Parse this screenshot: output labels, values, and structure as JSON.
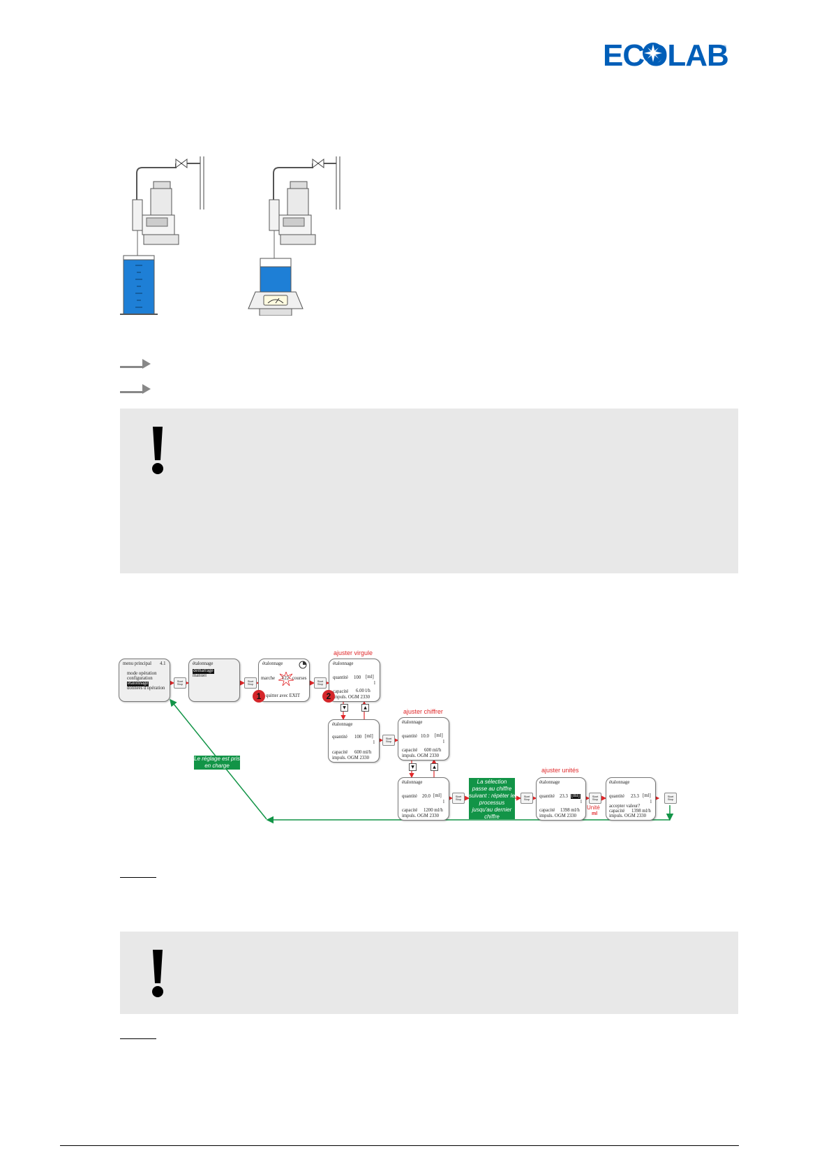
{
  "header": {
    "brand": "ECOLAB",
    "brand_mark": "®",
    "brand_color": "#005eb8"
  },
  "colors": {
    "liquid": "#1e7fd6",
    "notice_bg": "#e8e8e8",
    "flow_red": "#e0282a",
    "flow_green": "#129447"
  },
  "icons": {
    "bullet": "arrow-right-icon",
    "warning": "exclamation-icon"
  },
  "flow": {
    "menu": {
      "title": "menu principal",
      "number": "4.1",
      "items": [
        "mode opération",
        "configuration",
        "étalonnage",
        "données d'opération"
      ]
    },
    "calib_menu": {
      "title": "étalonnage",
      "items": [
        "démarrage",
        "manuel"
      ]
    },
    "running": {
      "title": "étalonnage",
      "marche": "marche",
      "value": "122",
      "courses": "courses",
      "exit": "quitter avec EXIT"
    },
    "labels": {
      "ajuster_virgule": "ajuster virgule",
      "ajuster_chiffrer": "ajuster chiffrer",
      "ajuster_unites": "ajuster unités"
    },
    "start_stop": "Start Stop",
    "badges": [
      "1",
      "2"
    ],
    "s4": {
      "title": "étalonnage",
      "quantite_label": "quantité",
      "quantite_value": "100",
      "unit": "[ml]",
      "l": "l",
      "capacite_label": "capacité",
      "capacite_value": "6.00  l/h",
      "impuls": "impuls. OGM   2330"
    },
    "s5": {
      "title": "étalonnage",
      "quantite_label": "quantité",
      "quantite_value": "100",
      "unit": "[ml]",
      "l": "l",
      "capacite_label": "capacité",
      "capacite_value": "600  ml/h",
      "impuls": "impuls. OGM   2330"
    },
    "s6": {
      "title": "étalonnage",
      "quantite_label": "quantité",
      "quantite_value": "10.0",
      "unit": "[ml]",
      "l": "l",
      "capacite_label": "capacité",
      "capacite_value": "600  ml/h",
      "impuls": "impuls. OGM   2330"
    },
    "s7": {
      "title": "étalonnage",
      "quantite_label": "quantité",
      "quantite_value": "20.0",
      "unit": "[ml]",
      "l": "l",
      "capacite_label": "capacité",
      "capacite_value": "1200 ml/h",
      "impuls": "impuls. OGM   2330"
    },
    "s8": {
      "title": "étalonnage",
      "quantite_label": "quantité",
      "quantite_value": "23.3",
      "unit": "[ml]",
      "l": "l",
      "capacite_label": "capacité",
      "capacite_value": "1398 ml/h",
      "impuls": "impuls. OGM   2330"
    },
    "s9": {
      "title": "étalonnage",
      "quantite_label": "quantité",
      "quantite_value": "23.3",
      "unit": "[ml]",
      "l": "l",
      "accepter": "accepter valeur?",
      "capacite_label": "capacité",
      "capacite_value": "1398 ml/h",
      "impuls": "impuls. OGM   2330"
    },
    "green_selection": "La sélection passe au chiffre suivant : répéter le processus jusqu'au dernier chiffre",
    "green_reglage": "Le réglage est pris en charge",
    "unite": "Unité",
    "unite_value": "ml"
  }
}
